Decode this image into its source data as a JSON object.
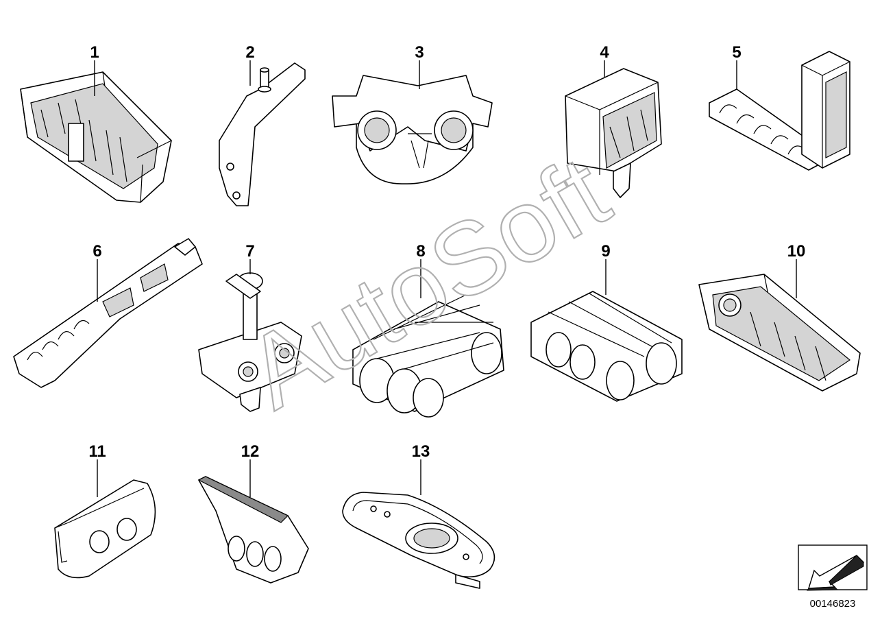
{
  "parts": [
    {
      "id": "part-1",
      "label": "1"
    },
    {
      "id": "part-2",
      "label": "2"
    },
    {
      "id": "part-3",
      "label": "3"
    },
    {
      "id": "part-4",
      "label": "4"
    },
    {
      "id": "part-5",
      "label": "5"
    },
    {
      "id": "part-6",
      "label": "6"
    },
    {
      "id": "part-7",
      "label": "7"
    },
    {
      "id": "part-8",
      "label": "8"
    },
    {
      "id": "part-9",
      "label": "9"
    },
    {
      "id": "part-10",
      "label": "10"
    },
    {
      "id": "part-11",
      "label": "11"
    },
    {
      "id": "part-12",
      "label": "12"
    },
    {
      "id": "part-13",
      "label": "13"
    }
  ],
  "watermark": "AutoSoft",
  "document_number": "00146823",
  "icons": {
    "orientation": "arrow-icon"
  }
}
